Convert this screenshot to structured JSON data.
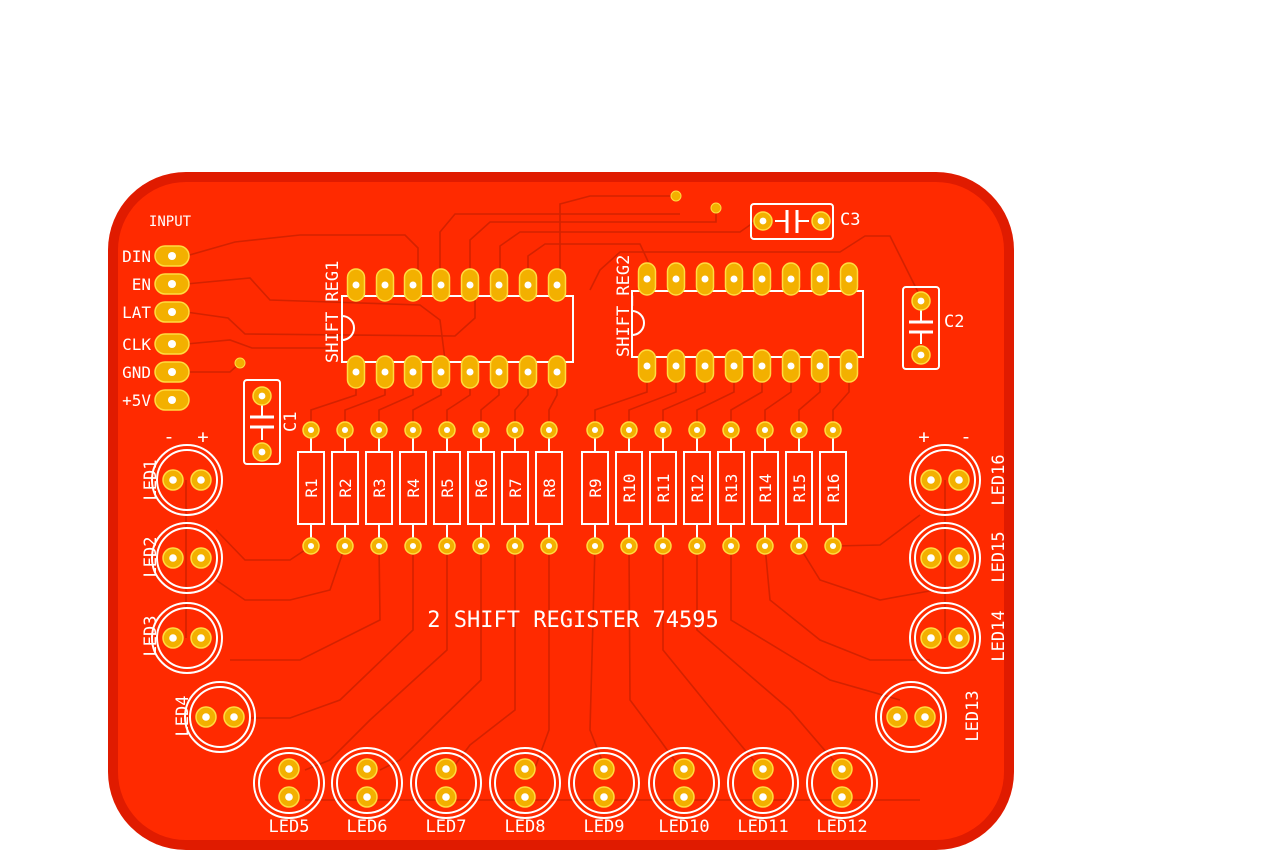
{
  "colors": {
    "background": "#ffffff",
    "board_edge": "#e01b00",
    "copper": "#ff2a00",
    "trace": "#d42200",
    "pad": "#f3b000",
    "pad_edge": "#ffdc40",
    "silkscreen": "#ffffff"
  },
  "board": {
    "title": "2 SHIFT REGISTER 74595"
  },
  "header": {
    "label": "INPUT",
    "pins": [
      "DIN",
      "EN",
      "LAT",
      "CLK",
      "GND",
      "+5V"
    ]
  },
  "ics": [
    {
      "ref": "SHIFT_REG1",
      "pins": 16
    },
    {
      "ref": "SHIFT_REG2",
      "pins": 16
    }
  ],
  "capacitors": [
    "C1",
    "C2",
    "C3"
  ],
  "resistors": [
    "R1",
    "R2",
    "R3",
    "R4",
    "R5",
    "R6",
    "R7",
    "R8",
    "R9",
    "R10",
    "R11",
    "R12",
    "R13",
    "R14",
    "R15",
    "R16"
  ],
  "leds": [
    "LED1",
    "LED2",
    "LED3",
    "LED4",
    "LED5",
    "LED6",
    "LED7",
    "LED8",
    "LED9",
    "LED10",
    "LED11",
    "LED12",
    "LED13",
    "LED14",
    "LED15",
    "LED16"
  ],
  "polarity": {
    "minus": "-",
    "plus": "+"
  }
}
